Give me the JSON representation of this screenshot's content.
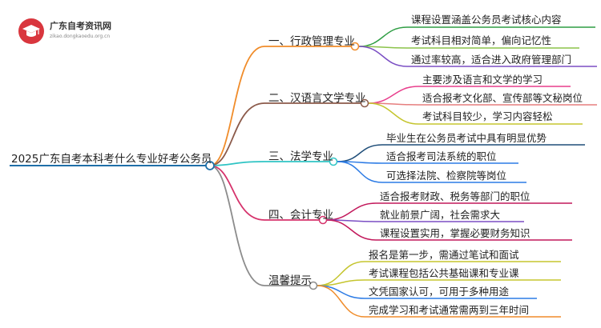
{
  "logo": {
    "title": "广东自考资讯网",
    "url": "zikao.dongkaoedu.org.cn"
  },
  "root": {
    "label": "2025广东自考本科考什么专业好考公务员"
  },
  "branches": [
    {
      "label": "一、行政管理专业",
      "color": "#f08c2a",
      "leaves": [
        {
          "label": "课程设置涵盖公务员考试核心内容",
          "color": "#2f9e44"
        },
        {
          "label": "考试科目相对简单，偏向记忆性",
          "color": "#8bc34a"
        },
        {
          "label": "通过率较高，适合进入政府管理部门",
          "color": "#7b4fc4"
        }
      ]
    },
    {
      "label": "二、汉语言文学专业",
      "color": "#8b5a4a",
      "leaves": [
        {
          "label": "主要涉及语言和文学的学习",
          "color": "#e83e8c"
        },
        {
          "label": "适合报考文化部、宣传部等文秘岗位",
          "color": "#e67e7e"
        },
        {
          "label": "考试科目较少，学习内容轻松",
          "color": "#c5c52e"
        }
      ]
    },
    {
      "label": "三、法学专业",
      "color": "#2fc4c4",
      "leaves": [
        {
          "label": "毕业生在公务员考试中具有明显优势",
          "color": "#1f4e79"
        },
        {
          "label": "适合报考司法系统的职位",
          "color": "#2c7be5"
        },
        {
          "label": "可选择法院、检察院等岗位",
          "color": "#2c7be5"
        }
      ]
    },
    {
      "label": "四、会计专业",
      "color": "#d6336c",
      "leaves": [
        {
          "label": "适合报考财政、税务等部门的职位",
          "color": "#c2185b"
        },
        {
          "label": "就业前景广阔，社会需求大",
          "color": "#7b4fc4"
        },
        {
          "label": "课程设置实用，掌握必要财务知识",
          "color": "#c2185b"
        }
      ]
    },
    {
      "label": "温馨提示",
      "color": "#8c8c8c",
      "leaves": [
        {
          "label": "报名是第一步，需通过笔试和面试",
          "color": "#c5c52e"
        },
        {
          "label": "考试课程包括公共基础课和专业课",
          "color": "#c5c52e"
        },
        {
          "label": "文凭国家认可，可用于多种用途",
          "color": "#2c7be5"
        },
        {
          "label": "完成学习和考试通常需两到三年时间",
          "color": "#f08c2a"
        }
      ]
    }
  ],
  "root_color": "#1f6fa8"
}
